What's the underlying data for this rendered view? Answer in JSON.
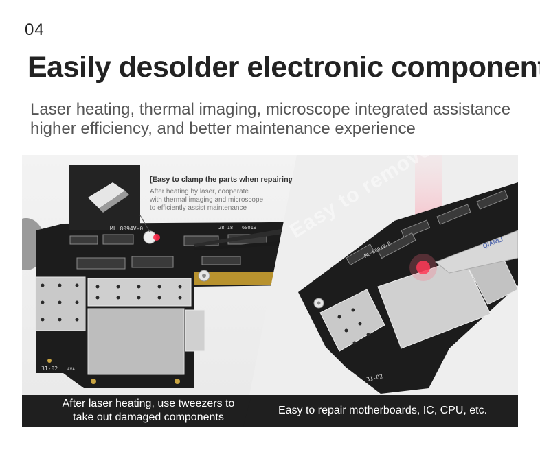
{
  "header": {
    "step": "04",
    "title": "Easily desolder electronic components",
    "subtitle_line1": "Laser heating, thermal imaging, microscope integrated assistance",
    "subtitle_line2": "higher efficiency, and better maintenance experience"
  },
  "left_panel": {
    "callout_title": "[Easy to clamp the parts when repairing]",
    "callout_line1": "After heating by laser, cooperate",
    "callout_line2": "with thermal imaging and microscope",
    "callout_line3": "to efficiently assist maintenance",
    "pcb_label_1": "ML 8094V-0",
    "pcb_label_2": "28 18",
    "pcb_label_3": "60019",
    "pcb_label_4": "31-02",
    "pcb_label_5": "AVA",
    "caption_line1": "After laser heating, use tweezers to",
    "caption_line2": "take out damaged components"
  },
  "right_panel": {
    "watermark": "Easy to remove glue",
    "brand": "QIANLI",
    "pcb_label_1": "ML 8094V-0",
    "pcb_label_2": "31-02",
    "caption": "Easy to repair motherboards, IC, CPU, etc."
  },
  "colors": {
    "pcb": "#1c1c1c",
    "shield": "#c9c9c9",
    "laser": "#ff2a4a",
    "caption_bg": "#1f1f1f"
  }
}
